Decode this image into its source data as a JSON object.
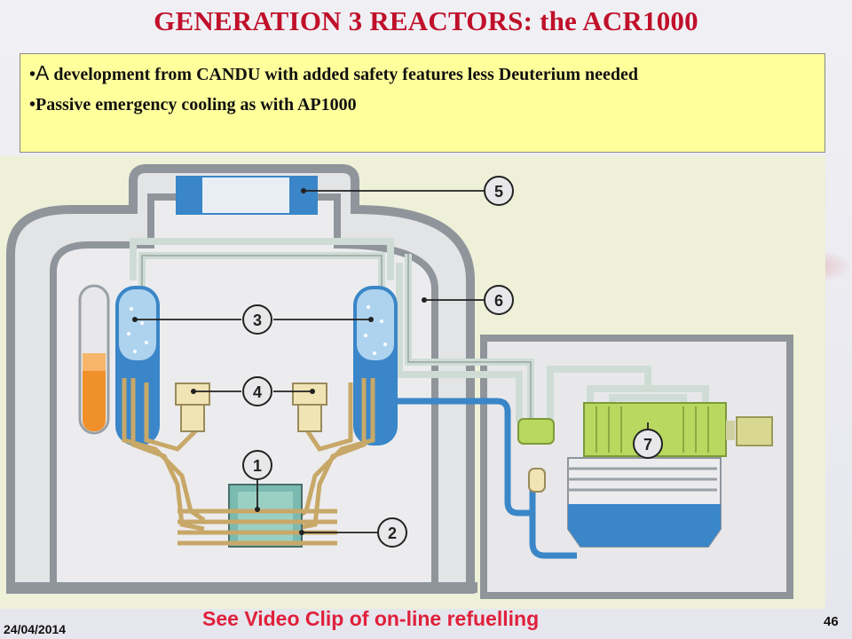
{
  "slide": {
    "title": "GENERATION 3 REACTORS: the ACR1000",
    "bullets": [
      {
        "marker": "•",
        "lead": "A",
        "text": " development from CANDU with added safety features  less Deuterium needed"
      },
      {
        "marker": "•",
        "lead": "",
        "text": "Passive emergency cooling as with AP1000"
      }
    ],
    "video_link": "See Video Clip of on-line refuelling",
    "date": "24/04/2014",
    "page_number": "46"
  },
  "diagram": {
    "callouts": [
      "5",
      "6",
      "3",
      "4",
      "1",
      "2",
      "7"
    ],
    "colors": {
      "background": "#eef0d8",
      "wall": "#9aa0a6",
      "water": "#3a86c8",
      "steam_pipe": "#d8e4e0",
      "loop_pipe": "#c8a868",
      "turbine": "#b8d860",
      "generator": "#d8d890",
      "orange_liquid": "#f0902a"
    }
  }
}
